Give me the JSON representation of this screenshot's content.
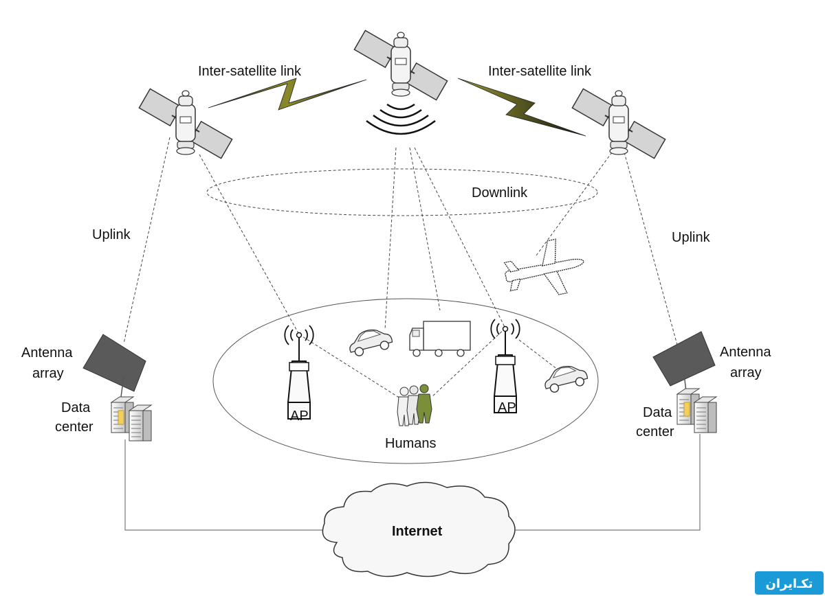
{
  "labels": {
    "isl_left": "Inter-satellite link",
    "isl_right": "Inter-satellite link",
    "downlink": "Downlink",
    "uplink_left": "Uplink",
    "uplink_right": "Uplink",
    "antenna_left_1": "Antenna",
    "antenna_left_2": "array",
    "antenna_right_1": "Antenna",
    "antenna_right_2": "array",
    "datacenter_left_1": "Data",
    "datacenter_left_2": "center",
    "datacenter_right_1": "Data",
    "datacenter_right_2": "center",
    "ap_left": "AP",
    "ap_right": "AP",
    "humans": "Humans",
    "internet": "Internet"
  },
  "watermark": {
    "text": "تکـ‌ایران"
  },
  "colors": {
    "link_bolt": "#6b6b1a",
    "panel": "#d0d0d0",
    "antenna_array": "#555555",
    "human_accent": "#7a8f3a",
    "watermark_bg": "#1a9bd7"
  }
}
